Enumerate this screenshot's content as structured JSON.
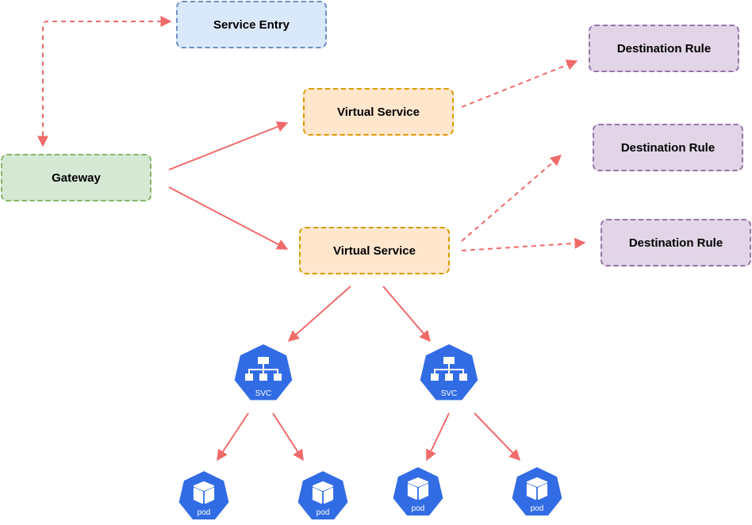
{
  "nodes": {
    "service_entry": "Service Entry",
    "gateway": "Gateway",
    "virtual_service_1": "Virtual Service",
    "virtual_service_2": "Virtual Service",
    "destination_rule_1": "Destination Rule",
    "destination_rule_2": "Destination Rule",
    "destination_rule_3": "Destination Rule"
  },
  "k8s_icons": {
    "svc_1": "SVC",
    "svc_2": "SVC",
    "pod_1": "pod",
    "pod_2": "pod",
    "pod_3": "pod",
    "pod_4": "pod"
  },
  "colors": {
    "arrow": "#f06a6a",
    "k8s_blue": "#326ce5",
    "service_entry_fill": "#dae8fc",
    "gateway_fill": "#d5e8d4",
    "virtual_service_fill": "#ffe6cc",
    "destination_rule_fill": "#e1d5e7"
  },
  "icons": {
    "svc": "kubernetes-service-icon",
    "pod": "kubernetes-pod-icon"
  }
}
